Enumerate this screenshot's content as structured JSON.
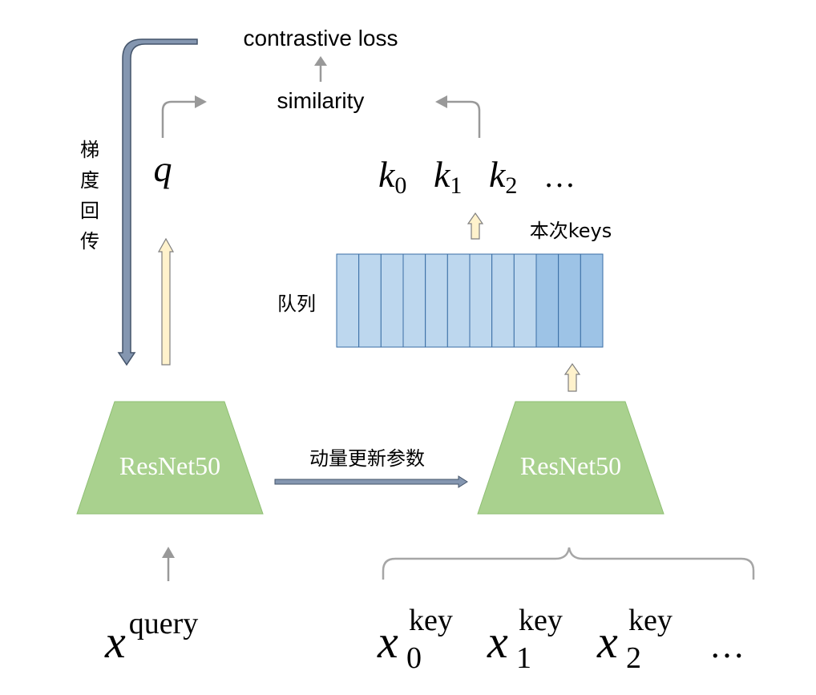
{
  "top": {
    "loss_label": "contrastive loss",
    "similarity_label": "similarity"
  },
  "query_branch": {
    "q_label": "q",
    "encoder_label": "ResNet50",
    "input_base": "x",
    "input_sup": "query"
  },
  "key_branch": {
    "encoder_label": "ResNet50",
    "keys": [
      {
        "base": "k",
        "sub": "0"
      },
      {
        "base": "k",
        "sub": "1"
      },
      {
        "base": "k",
        "sub": "2"
      }
    ],
    "keys_ellipsis": "…",
    "inputs": [
      {
        "base": "x",
        "sub": "0",
        "sup": "key"
      },
      {
        "base": "x",
        "sub": "1",
        "sup": "key"
      },
      {
        "base": "x",
        "sub": "2",
        "sup": "key"
      }
    ],
    "inputs_ellipsis": "…"
  },
  "queue": {
    "label": "队列",
    "current_keys_label": "本次keys",
    "total_slots": 12,
    "current_slots": 3
  },
  "gradient_label_chars": [
    "梯",
    "度",
    "回",
    "传"
  ],
  "momentum_label": "动量更新参数",
  "colors": {
    "encoder_fill": "#a9d18e",
    "encoder_stroke": "#8fbf74",
    "queue_fill": "#bdd7ee",
    "queue_fill_current": "#9dc3e6",
    "queue_stroke": "#3a6ea5",
    "thin_arrow": "#999999",
    "thick_arrow_fill": "#8496b0",
    "thick_arrow_stroke": "#44546a",
    "forward_arrow_fill": "#fff2cc",
    "forward_arrow_stroke": "#7f7f7f"
  }
}
